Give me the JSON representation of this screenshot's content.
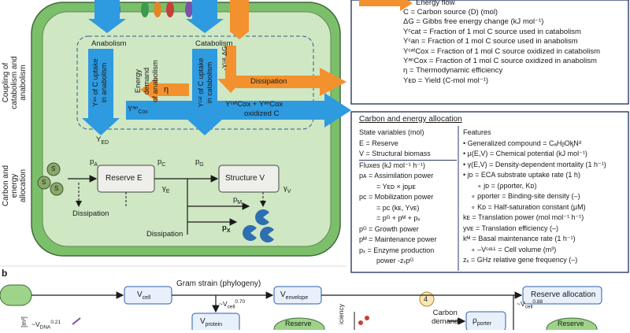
{
  "side_labels": {
    "coupling": [
      "Coupling of",
      "catabolism and",
      "anabolism"
    ],
    "allocation": [
      "Carbon and",
      "energy",
      "allocation"
    ]
  },
  "cell": {
    "anabolism": "Anabolism",
    "catabolism": "Catabolism",
    "energy_demand": [
      "Energy",
      "demand",
      "of anabolism"
    ],
    "eta": "η",
    "dissipation_top": "Dissipation",
    "c_uptake_anab": [
      "Yᵃⁿ of C uptake",
      "in anabolism"
    ],
    "c_uptake_cat": [
      "Yᶜᵃᵗ of C uptake",
      "in catabolism"
    ],
    "y_an_cox": "Yᵃⁿ",
    "y_an_cox_sub": "Cox",
    "y_cat_cox": "YᶜᵃᵗCox + YᵃⁿCox",
    "oxidized_c": "oxidized C",
    "y_ed": "Y",
    "y_ed_sub": "ED",
    "cat_energy": "-Yᶜᵃᵗ ΔG",
    "pA": "p",
    "pA_sub": "A",
    "pC": "p",
    "pC_sub": "C",
    "pG": "p",
    "pG_sub": "G",
    "pM": "p",
    "pM_sub": "M",
    "pX": "p",
    "pX_sub": "X",
    "reserve": "Reserve E",
    "structure": "Structure V",
    "yE": "γ",
    "yE_sub": "E",
    "yV": "γ",
    "yV_sub": "V",
    "dissipation_left": "Dissipation",
    "dissipation_bottom": "Dissipation",
    "s": "S"
  },
  "legend": {
    "energy_flow": "Energy flow",
    "lines": [
      "C = Carbon source (D) (mol)",
      "ΔG = Gibbs free energy change (kJ mol⁻¹)",
      "Yᶜcat = Fraction of 1 mol C source used in catabolism",
      "Yᶜan = Fraction of 1 mol C source used in anabolism",
      "YᶜᵃᵗCox = Fraction of 1 mol C source oxidized in catabolism",
      "YᵃⁿCox = Fraction of 1 mol C source oxidized in anabolism",
      "η = Thermodynamic efficiency",
      "Yᴇᴅ = Yield (C-mol mol⁻¹)"
    ]
  },
  "allocation": {
    "title": "Carbon and energy allocation",
    "left": [
      "State variables (mol)",
      "E = Reserve",
      "V = Structural biomass",
      "Fluxes (kJ mol⁻¹ h⁻¹)",
      "pᴀ = Assimilation power",
      "= Yᴇᴅ × jᴅμᴇ",
      "pᴄ = Mobilization power",
      "= pᴄ (kᴇ, Yᴠᴇ)",
      "= pᴳ + pᴹ + pₓ",
      "pᴳ = Growth power",
      "pᴹ = Maintenance power",
      "pₓ = Enzyme production",
      "power -zₓpᴳ"
    ],
    "right": [
      "Features",
      "• Generalized compound = CₐHᵦOᶄNᵈ",
      "• μ(E,V) = Chemical potential (kJ mol⁻¹)",
      "• γ(E,V) = Density-dependent mortality (1 h⁻¹)",
      "• jᴅ = ECA substrate uptake rate (1 h)",
      "∘ jᴅ = (ρporter, Kᴅ)",
      "∘ ρporter = Binding-site density (–)",
      "∘ Kᴅ = Half-saturation constant (μM)",
      "kᴇ = Translation power (mol mol⁻¹ h⁻¹)",
      "yᴠᴇ = Translation efficiency (–)",
      "kᴹ = Basal maintenance rate (1 h⁻¹)",
      "∘ –Vᶜᵉᴸᴸ = Cell volume (m³)",
      "zₓ = GHz relative gene frequency (–)"
    ]
  },
  "panel_b": {
    "label": "b",
    "gram": "Gram strain (phylogeny)",
    "v_cell": "V",
    "v_cell_sub": "cell",
    "v_env": "V",
    "v_env_sub": "envelope",
    "v_protein": "V",
    "v_protein_sub": "protein",
    "reserve_alloc": "Reserve allocation",
    "scale_1": "~V",
    "scale_1_sub": "cell",
    "scale_1_exp": "0.70",
    "scale_2": "~V",
    "scale_2_sub": "cell",
    "scale_2_exp": "0.88",
    "dna": "~V",
    "dna_sub": "DNA",
    "dna_exp": "0.21",
    "num4": "4",
    "carbon_demand": [
      "Carbon",
      "demand"
    ],
    "rho_porter": "ρ",
    "rho_porter_sub": "porter",
    "reserve_small": "Reserve",
    "unit_m3": "[m³]",
    "efficiency": "iciency"
  }
}
